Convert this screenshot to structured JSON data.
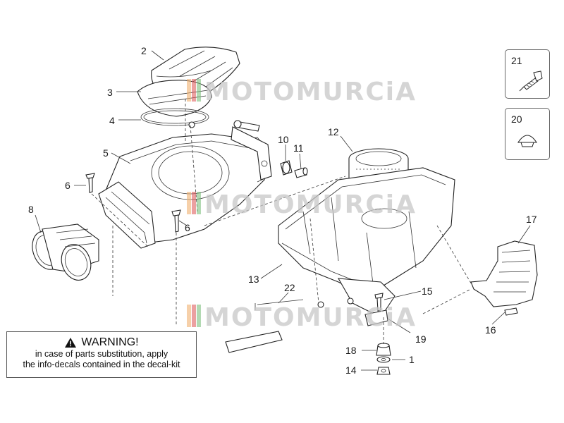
{
  "warning": {
    "title": "WARNING!",
    "line1": "in case of parts substitution, apply",
    "line2": "the info-decals contained in the decal-kit"
  },
  "watermark": "MOTOMURCiA",
  "parts": {
    "p1": "1",
    "p2": "2",
    "p3": "3",
    "p4": "4",
    "p5": "5",
    "p6a": "6",
    "p6b": "6",
    "p8": "8",
    "p10": "10",
    "p11": "11",
    "p12": "12",
    "p13": "13",
    "p14": "14",
    "p15": "15",
    "p16": "16",
    "p17": "17",
    "p18": "18",
    "p19": "19",
    "p20": "20",
    "p21": "21",
    "p22": "22"
  },
  "icons": {
    "warning": "warning-triangle-icon"
  }
}
